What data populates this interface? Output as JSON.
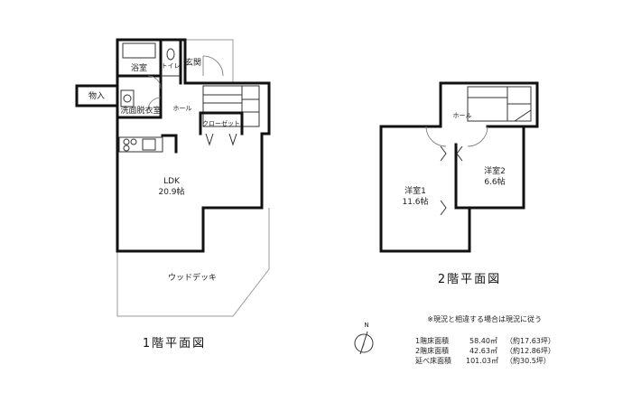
{
  "floor1": {
    "caption": "1階平面図",
    "rooms": {
      "bath": "浴室",
      "toilet": "トイレ",
      "entrance": "玄関",
      "storage": "物入",
      "washroom": "洗面脱衣室",
      "hall": "ホール",
      "closet": "クローゼット",
      "ldk_name": "LDK",
      "ldk_size": "20.9帖",
      "deck": "ウッドデッキ"
    }
  },
  "floor2": {
    "caption": "2階平面図",
    "rooms": {
      "hall": "ホール",
      "western1_name": "洋室1",
      "western1_size": "11.6帖",
      "western2_name": "洋室2",
      "western2_size": "6.6帖"
    }
  },
  "compass": {
    "label": "N"
  },
  "note": "※現況と相違する場合は現況に従う",
  "areas": [
    {
      "label": "1階床面積",
      "sqm": "58.40㎡",
      "tsubo": "（約17.63坪）"
    },
    {
      "label": "2階床面積",
      "sqm": "42.63㎡",
      "tsubo": "（約12.86坪）"
    },
    {
      "label": "延べ床面積",
      "sqm": "101.03㎡",
      "tsubo": "（約30.5坪）"
    }
  ]
}
